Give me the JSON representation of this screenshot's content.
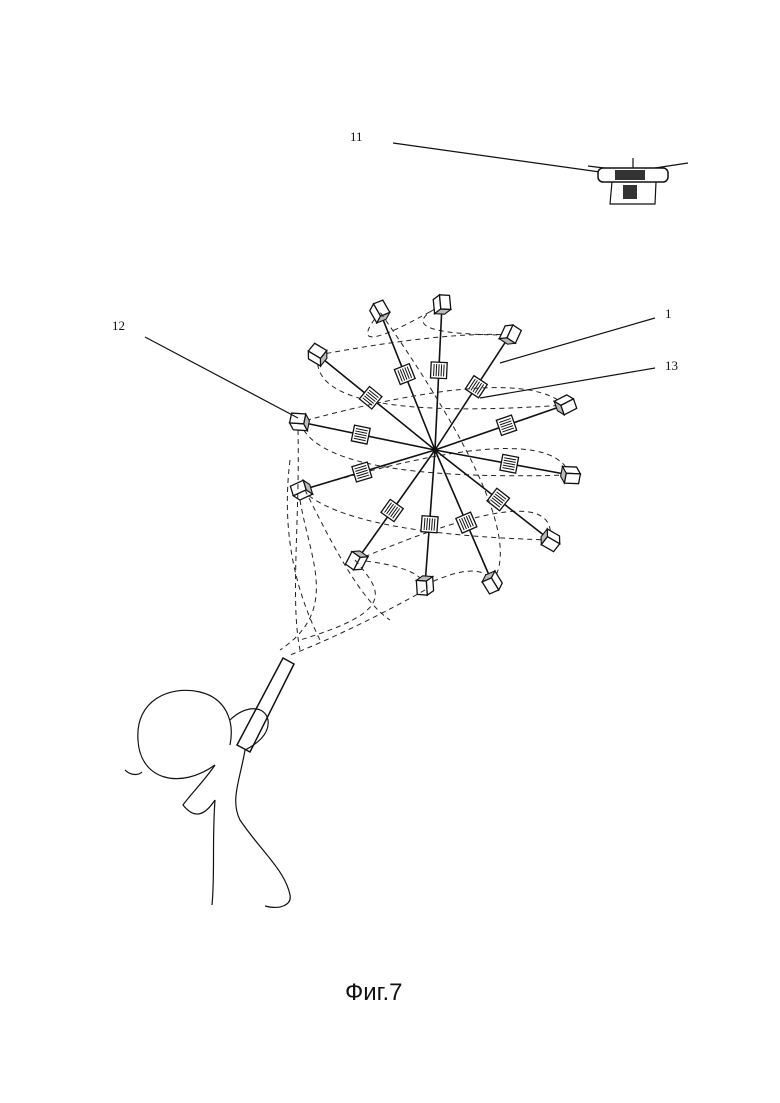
{
  "figure": {
    "labels": {
      "drone": "11",
      "weight": "12",
      "net": "1",
      "cell": "13"
    },
    "caption": "Фиг.7"
  }
}
